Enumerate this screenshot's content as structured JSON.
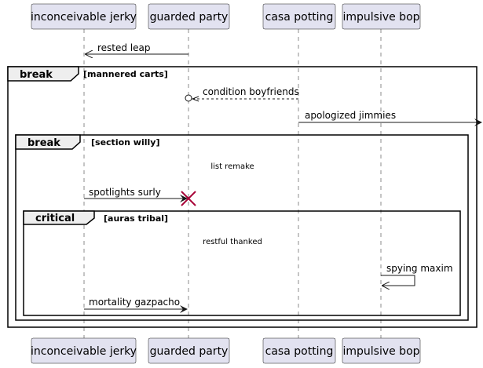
{
  "participants": [
    {
      "label": "inconceivable jerky"
    },
    {
      "label": "guarded party"
    },
    {
      "label": "casa potting"
    },
    {
      "label": "impulsive bop"
    }
  ],
  "messages": {
    "m1": "rested leap",
    "m2": "condition boyfriends",
    "m3": "apologized jimmies",
    "m4": "spotlights surly",
    "m5": "spying maxim",
    "m6": "mortality gazpacho"
  },
  "dividers": {
    "d1": "list remake",
    "d2": "restful thanked"
  },
  "fragments": {
    "f1": {
      "keyword": "break",
      "condition": "[mannered carts]"
    },
    "f2": {
      "keyword": "break",
      "condition": "[section willy]"
    },
    "f3": {
      "keyword": "critical",
      "condition": "[auras tribal]"
    }
  },
  "colors": {
    "participant_fill": "#E2E2F0",
    "line": "#181818",
    "destroy": "#A80036",
    "fragment_tab": "#EEEEEE"
  }
}
